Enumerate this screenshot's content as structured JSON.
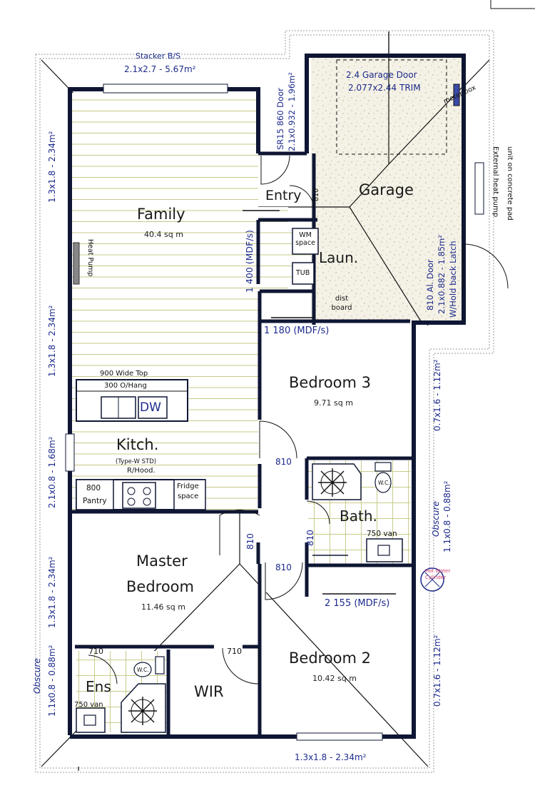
{
  "rooms": {
    "family": {
      "name": "Family",
      "area": "40.4 sq m"
    },
    "kitchen": {
      "name": "Kitch.",
      "note": "(Type-W STD)",
      "hood": "R/Hood.",
      "top": "900 Wide Top",
      "overhang": "300 O/Hang",
      "dw": "DW"
    },
    "garage": {
      "name": "Garage"
    },
    "entry": {
      "name": "Entry"
    },
    "laundry": {
      "name": "Laun.",
      "wm": "WM space",
      "tub": "TUB",
      "dist": "dist board"
    },
    "bedroom3": {
      "name": "Bedroom 3",
      "area": "9.71 sq m"
    },
    "bath": {
      "name": "Bath.",
      "van": "750 van",
      "wc": "W.C."
    },
    "master": {
      "name_line1": "Master",
      "name_line2": "Bedroom",
      "area": "11.46 sq m"
    },
    "ens": {
      "name": "Ens",
      "van": "750 van",
      "wc": "W.C."
    },
    "wir": {
      "name": "WIR"
    },
    "bedroom2": {
      "name": "Bedroom 2",
      "area": "10.42 sq m"
    },
    "pantry": {
      "size": "800",
      "name": "Pantry"
    },
    "fridge": {
      "line1": "Fridge",
      "line2": "space"
    }
  },
  "labels": {
    "stacker_title": "Stacker B/S",
    "stacker_size": "2.1x2.7 - 5.67m²",
    "sr_door": "SR15 860 Door",
    "sr_size": "2.1x0.932 - 1.96m²",
    "garage_door": "2.4 Garage Door",
    "garage_trim": "2.077x2.44 TRIM",
    "meter_box": "meter box",
    "heat_pump_ext": "External heat pump",
    "heat_pump_pad": "unit on concrete pad",
    "al_door": "810 Al. Door",
    "al_size": "2.1x0.882 - 1.85m²",
    "al_latch": "W/Hold back Latch",
    "heat_pump": "Heat Pump",
    "mdf_1400": "1 400 (MDF/s)",
    "mdf_1180": "1 180 (MDF/s)",
    "mdf_2155": "2 155 (MDF/s)",
    "d_810a": "810",
    "d_810b": "810",
    "d_810c": "810",
    "d_810d": "810",
    "d_810e": "810",
    "d_710a": "710",
    "d_710b": "710",
    "obscure_right": "Obscure",
    "obscure_left": "Obscure",
    "hot_water": "Hot Water Cylinder"
  },
  "windows": {
    "w_left_top": "1.3x1.8 - 2.34m²",
    "w_left_mid": "1.3x1.8 - 2.34m²",
    "w_left_kitch": "2.1x0.8 - 1.68m²",
    "w_left_master": "1.3x1.8 - 2.34m²",
    "w_left_ens": "1.1x0.8 - 0.88m²",
    "w_right_bed3": "0.7x1.6 - 1.12m²",
    "w_right_bath": "1.1x0.8 - 0.88m²",
    "w_right_bed2": "0.7x1.6 - 1.12m²",
    "w_bottom": "1.3x1.8 - 2.34m²"
  },
  "colors": {
    "wall": "#0e1633",
    "roof": "#9a9a9a",
    "floor_board": "#c8c88a",
    "tile_grid": "#c8cc8a",
    "garage_fill": "#f3f0e4",
    "dim_text": "#1c2a8c"
  }
}
